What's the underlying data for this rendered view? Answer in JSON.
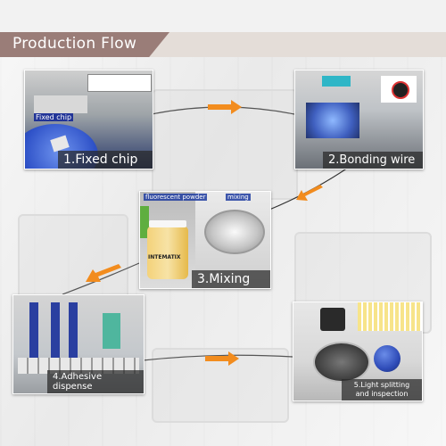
{
  "header": {
    "title": "Production Flow"
  },
  "steps": [
    {
      "caption": "1.Fixed chip",
      "tag": "Fixed chip"
    },
    {
      "caption": "2.Bonding wire"
    },
    {
      "caption": "3.Mixing",
      "tag_left": "fluorescent powder",
      "tag_right": "mixing",
      "bottle_label": "INTEMATIX"
    },
    {
      "caption": "4.Adhesive dispense"
    },
    {
      "caption_line1": "5.Light splitting",
      "caption_line2": "and inspection"
    }
  ],
  "colors": {
    "accent_arrow": "#f28c1e",
    "header_band": "#9a7d78"
  }
}
